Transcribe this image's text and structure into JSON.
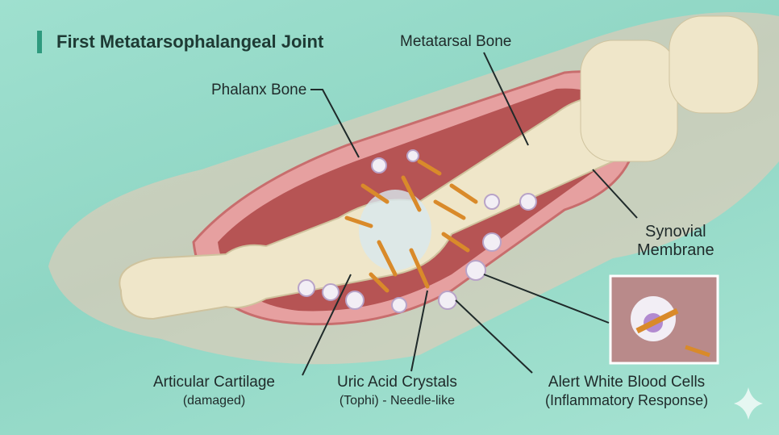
{
  "title": "First Metatarsophalangeal Joint",
  "labels": {
    "metatarsal": "Metatarsal Bone",
    "phalanx": "Phalanx Bone",
    "synovial_line1": "Synovial",
    "synovial_line2": "Membrane",
    "cartilage": "Articular Cartilage",
    "cartilage_sub": "(damaged)",
    "crystals": "Uric Acid Crystals",
    "crystals_sub": "(Tophi) - Needle-like",
    "wbc": "Alert White Blood Cells",
    "wbc_sub": "(Inflammatory Response)"
  },
  "colors": {
    "accent": "#2e9a7e",
    "bone": "#efe6c9",
    "crystal": "#d98a2a",
    "membrane": "#d88a8a"
  }
}
